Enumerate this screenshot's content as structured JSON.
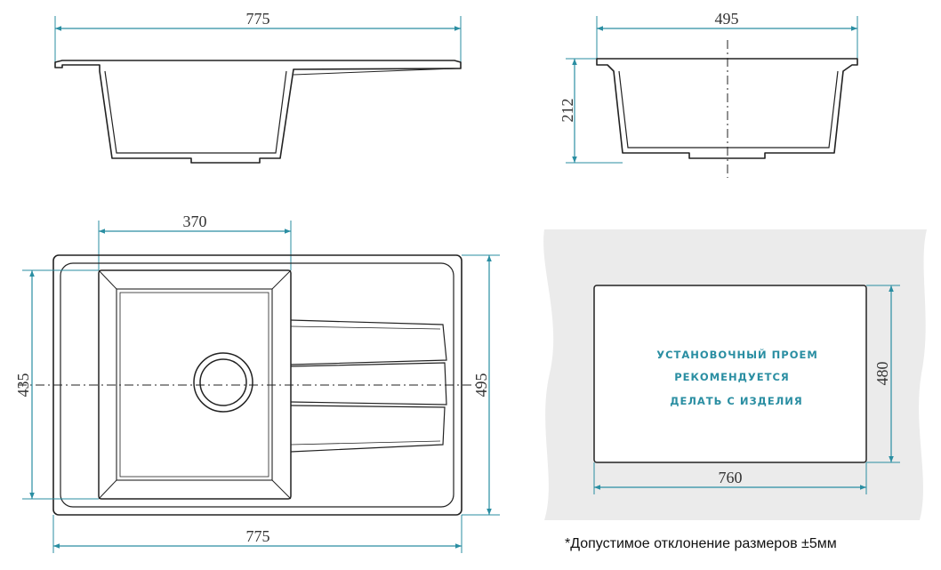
{
  "colors": {
    "dimension_line": "#2a8ea2",
    "outline": "#222222",
    "text": "#333333",
    "cutout_background": "#ebebeb"
  },
  "side_view": {
    "width_label": "775"
  },
  "end_view": {
    "width_label": "495",
    "height_label": "212"
  },
  "top_view": {
    "bowl_width_label": "370",
    "width_label": "775",
    "inner_height_label": "435",
    "outer_height_label": "495"
  },
  "cutout": {
    "note_lines": [
      "УСТАНОВОЧНЫЙ ПРОЕМ",
      "РЕКОМЕНДУЕТСЯ",
      "ДЕЛАТЬ С ИЗДЕЛИЯ"
    ],
    "width_label": "760",
    "height_label": "480"
  },
  "footnote": "*Допустимое отклонение размеров  ±5мм"
}
